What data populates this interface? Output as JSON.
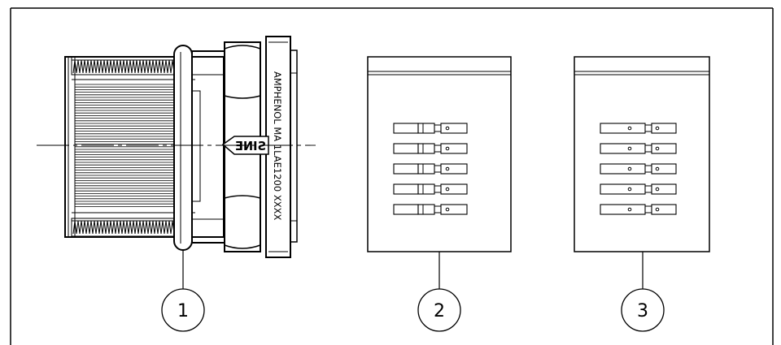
{
  "connector": {
    "marking": "AMPHENOL MA 1LAE1200 XXXX",
    "logo": "SINE"
  },
  "callouts": [
    {
      "label": "1"
    },
    {
      "label": "2"
    },
    {
      "label": "3"
    }
  ],
  "inserts": [
    {
      "name": "insert-2",
      "contact_count": 5
    },
    {
      "name": "insert-3",
      "contact_count": 5
    }
  ]
}
